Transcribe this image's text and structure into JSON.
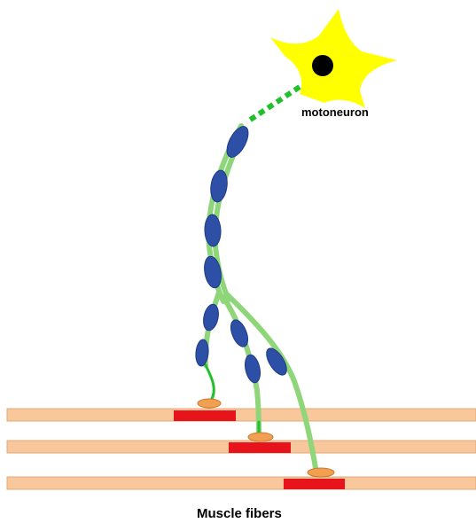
{
  "labels": {
    "neuron": "motoneuron",
    "fibers": "Muscle fibers"
  },
  "colors": {
    "soma": "#ffff00",
    "nucleus": "#000000",
    "axon": "#8fd67a",
    "axon_terminal": "#22c02a",
    "myelin": "#2d4fa6",
    "muscle_fiber": "#f8c79c",
    "muscle_fiber_edge": "#e0a878",
    "endplate": "#e8141c",
    "bouton": "#f0a050"
  },
  "structure": {
    "muscle_fiber_count": 3,
    "axon_branch_count": 3
  }
}
